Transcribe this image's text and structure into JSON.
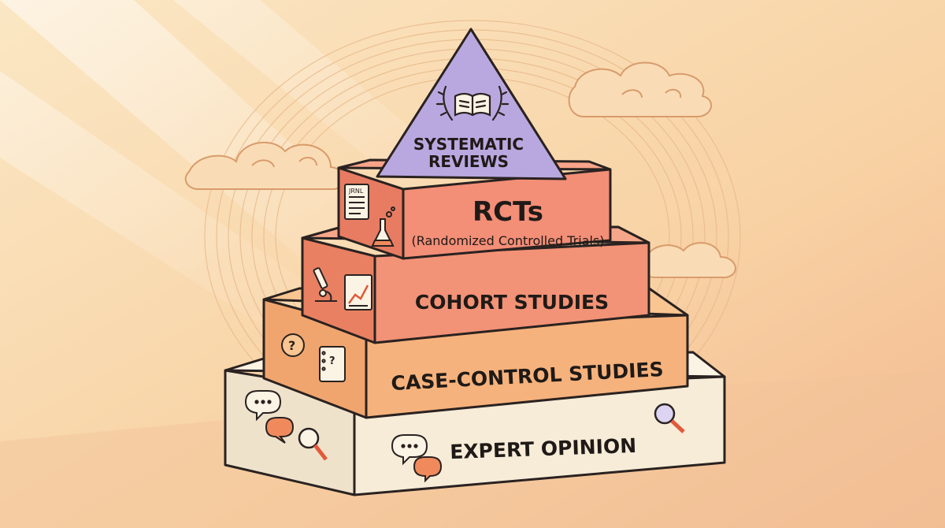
{
  "pyramid": {
    "apex": {
      "line1": "SYSTEMATIC",
      "line2": "REVIEWS",
      "icon": "open-book-laurel-icon"
    },
    "tiers": [
      {
        "label": "RCTs",
        "sublabel": "(Randomized Controlled Trials)",
        "icons": [
          "document-icon",
          "flask-icon"
        ]
      },
      {
        "label": "COHORT STUDIES",
        "icons": [
          "microscope-icon",
          "line-chart-icon"
        ]
      },
      {
        "label": "CASE-CONTROL STUDIES",
        "icons": [
          "question-bubble-icon",
          "notepad-question-icon"
        ]
      },
      {
        "label": "EXPERT OPINION",
        "icons": [
          "speech-bubbles-icon",
          "magnifier-icon"
        ]
      }
    ]
  },
  "colors": {
    "background": "#f9d9ae",
    "apex": "#b9a8e0",
    "rcts": "#f38e77",
    "cohort": "#f29276",
    "case_control": "#f6b27c",
    "expert_opinion": "#f7ecd8",
    "outline": "#2a2220"
  }
}
